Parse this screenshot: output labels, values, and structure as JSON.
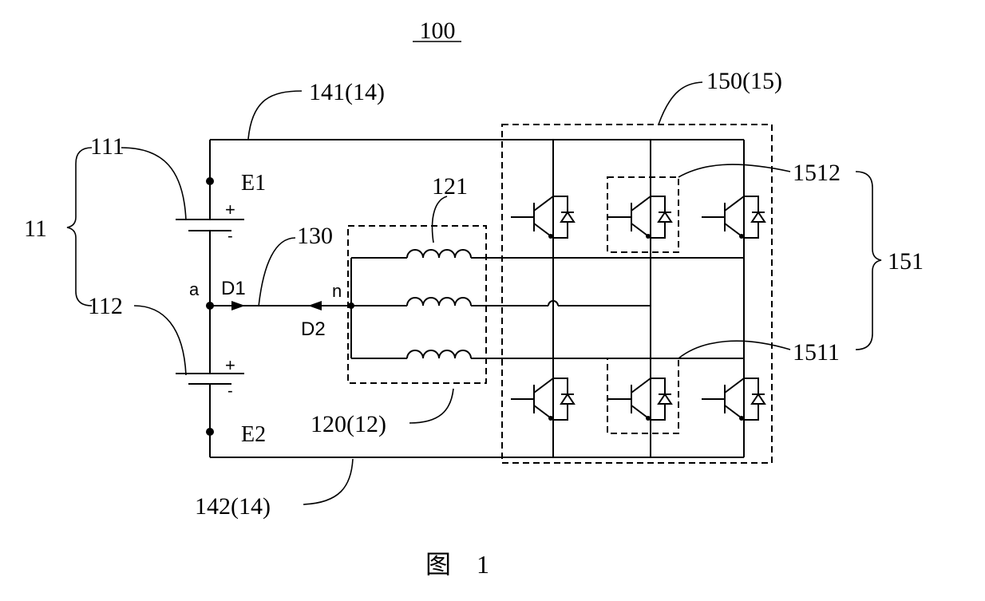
{
  "figure": {
    "number_label": "100",
    "caption": "图　1"
  },
  "labels": {
    "bus_top": "141(14)",
    "bus_bottom": "142(14)",
    "inverter_block": "150(15)",
    "battery_group": "11",
    "battery_top": "111",
    "battery_bottom": "112",
    "cap_top_name": "E1",
    "cap_bottom_name": "E2",
    "plus_top": "+",
    "minus_top": "-",
    "plus_bottom": "+",
    "minus_bottom": "-",
    "node_a": "a",
    "node_n": "n",
    "current_d1": "D1",
    "current_d2": "D2",
    "line_130": "130",
    "inductor_top": "121",
    "inductor_group": "120(12)",
    "switch_top": "1512",
    "switch_bottom": "1511",
    "leg_group": "151"
  }
}
